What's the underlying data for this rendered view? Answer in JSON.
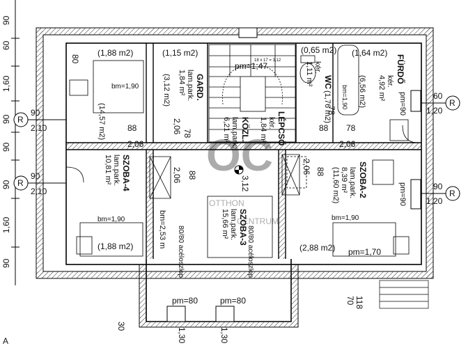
{
  "rooms": {
    "furdo": {
      "name": "FÜRDŐ",
      "line1": "kér.",
      "area": "4,92 m²",
      "sub": "(6,56 m2)"
    },
    "wc": {
      "name": "WC",
      "area": "(1,76 m2)",
      "line1": "kér.",
      "line2": "1,11 m²"
    },
    "gard": {
      "name": "GARD.",
      "line1": "lam.park.",
      "area": "1,84 m²",
      "sub": "(3,12 m2)"
    },
    "lepcso": {
      "name": "LÉPCSŐ",
      "line1": "kér.",
      "area": "1,84 m²"
    },
    "kozl": {
      "name": "KÖZL.",
      "line1": "lam.park.",
      "area": "6,21 m²"
    },
    "szoba4": {
      "name": "SZOBA-4",
      "line1": "lam.park.",
      "area": "10,81 m²",
      "sub": "(14,57 m2)"
    },
    "szoba3": {
      "name": "SZOBA-3",
      "line1": "lam.park.",
      "area": "15,66 m²"
    },
    "szoba2": {
      "name": "SZOBA-2",
      "line1": "lam.park.",
      "area": "8,39 m²",
      "sub": "(11,60 m2)"
    }
  },
  "labels": {
    "a188": "(1,88 m2)",
    "a115": "(1,15 m2)",
    "a065": "(0,65 m2)",
    "a164": "(1,64 m2)",
    "pm147": "pm=1,47",
    "bm190a": "bm=1,90",
    "bm190b": "bm=1,90",
    "bm190c": "bm=1,90",
    "bm190d": "bm=1,90",
    "a188b": "(1,88 m2)",
    "a288": "(2,88 m2)",
    "pm170": "pm=1,70",
    "bm253": "bm=2,53 m",
    "pm90a": "pm=90",
    "pm90b": "pm=90",
    "pm80a": "pm=80",
    "pm80b": "pm=80",
    "acel1": "80/80 acéloszlop",
    "acel2": "80/80 acéloszlop",
    "n88a": "88",
    "n78a": "78",
    "n206a": "2,06",
    "n88b": "88",
    "n78b": "78",
    "n206b": "2,06",
    "n206c": "2,06",
    "n88c": "88",
    "n206d": "2,06",
    "n88d": "88",
    "n80": "80",
    "n78c": "78",
    "n312": "3,12",
    "n118": "118",
    "n70": "70",
    "n30": "30",
    "n130a": "1,30",
    "n130b": "1,30",
    "n60": "60",
    "n120a": "1,20",
    "n90r": "90",
    "n120b": "1,20",
    "n90l1": "90",
    "n210a": "2,10",
    "n90l2": "90",
    "n210b": "2,10",
    "stair": "18 x 17 = 3,12",
    "wm1": "OTTHON",
    "wm2": "CENTRUM",
    "marker": "R",
    "sheet": "A"
  },
  "left_dims": [
    "90",
    "60",
    "1,60",
    "90",
    "90",
    "90",
    "1,60",
    "90"
  ]
}
